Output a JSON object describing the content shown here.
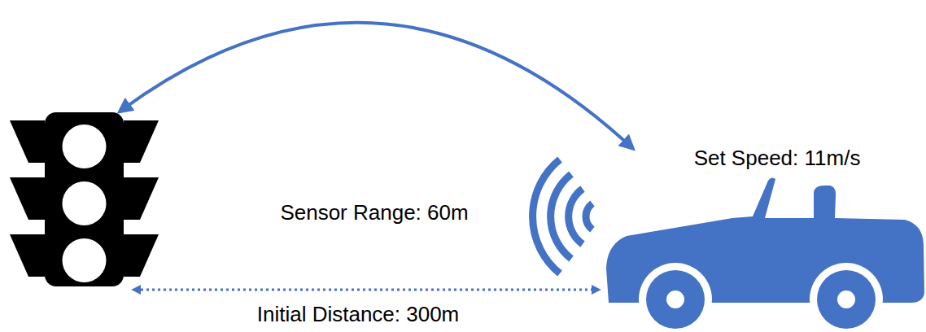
{
  "diagram": {
    "labels": [
      "Set Speed: 11m/s",
      "Sensor Range: 60m",
      "Initial Distance: 300m"
    ]
  }
}
